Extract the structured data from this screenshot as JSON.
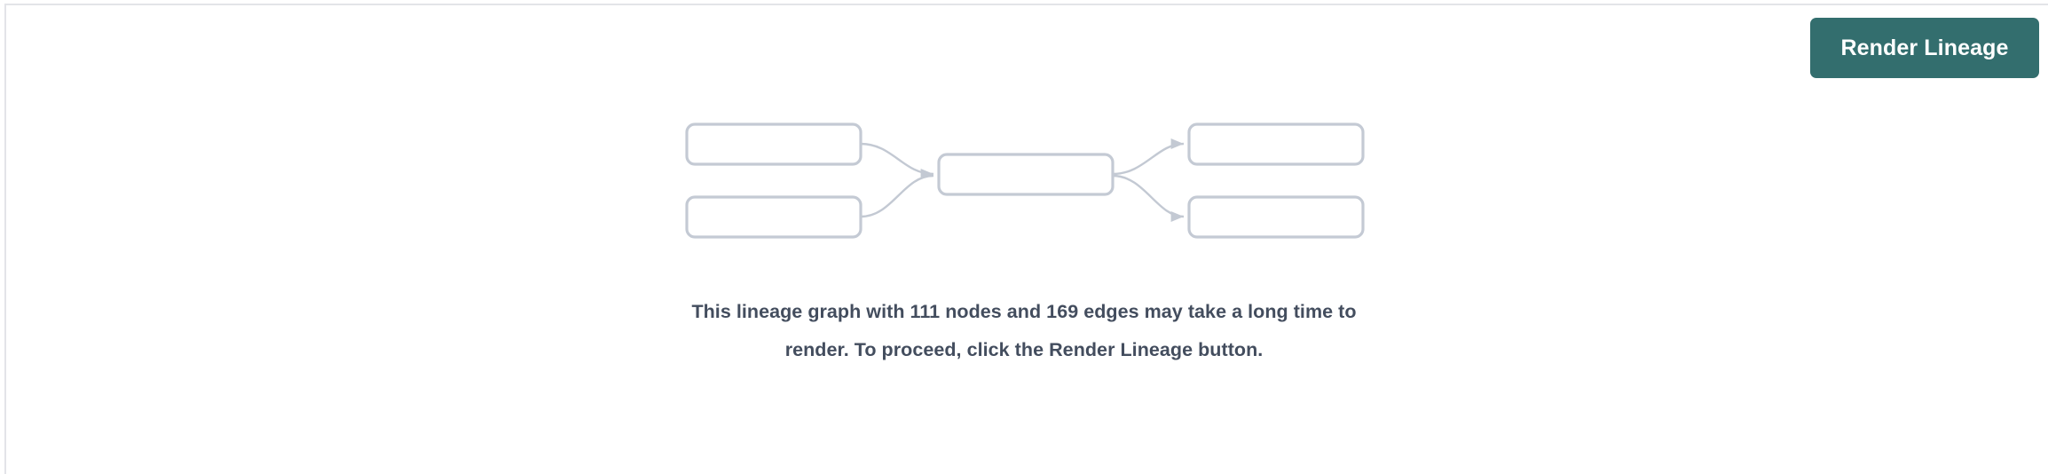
{
  "panel": {
    "background_color": "#ffffff",
    "rule_color": "#e3e4e8"
  },
  "toolbar": {
    "render_lineage_label": "Render Lineage",
    "button_color": "#336e6e",
    "button_text_color": "#ffffff"
  },
  "empty_state": {
    "message": "This lineage graph with 111 nodes and 169 edges may take a long time to render. To proceed, click the Render Lineage button.",
    "node_count": 111,
    "edge_count": 169,
    "text_color": "#434d5e"
  },
  "lineage_graphic": {
    "node_stroke_color": "#c4cad4",
    "edge_stroke_color": "#c3c9d3",
    "nodes": [
      {
        "id": "left-top",
        "label": ""
      },
      {
        "id": "left-bottom",
        "label": ""
      },
      {
        "id": "center",
        "label": ""
      },
      {
        "id": "right-top",
        "label": ""
      },
      {
        "id": "right-bottom",
        "label": ""
      }
    ],
    "edges": [
      {
        "from": "left-top",
        "to": "center"
      },
      {
        "from": "left-bottom",
        "to": "center"
      },
      {
        "from": "center",
        "to": "right-top"
      },
      {
        "from": "center",
        "to": "right-bottom"
      }
    ]
  }
}
